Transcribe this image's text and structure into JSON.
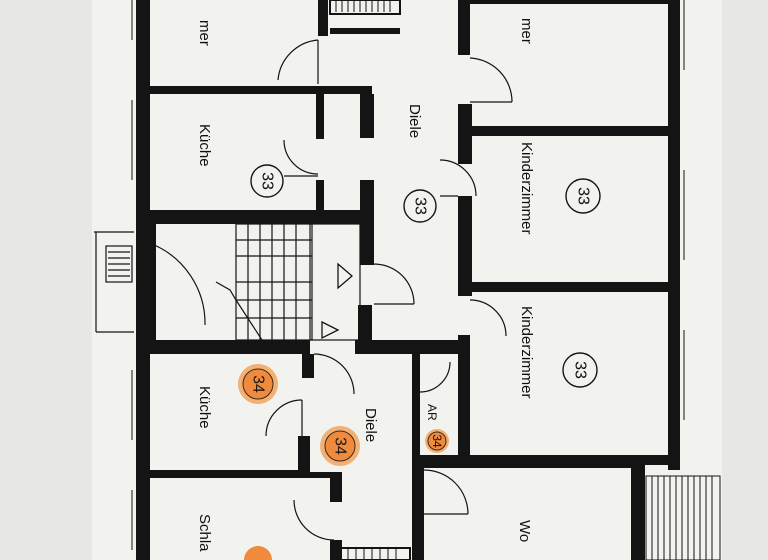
{
  "rooms": {
    "top_left": "mer",
    "top_right": "mer",
    "kueche_33": "Küche",
    "diele_33": "Diele",
    "kinder_1": "Kinderzimmer",
    "kinder_2": "Kinderzimmer",
    "kueche_34": "Küche",
    "diele_34": "Diele",
    "ar": "AR",
    "schla": "Schla",
    "wo": "Wo"
  },
  "unit_markers": {
    "kueche_33": "33",
    "diele_33": "33",
    "kinder_1": "33",
    "kinder_2": "33",
    "kueche_34": "34",
    "diele_34": "34",
    "ar_34": "34"
  },
  "colors": {
    "background": "#e6e6e3",
    "wall": "#141414",
    "highlight": "#f08a3c"
  }
}
